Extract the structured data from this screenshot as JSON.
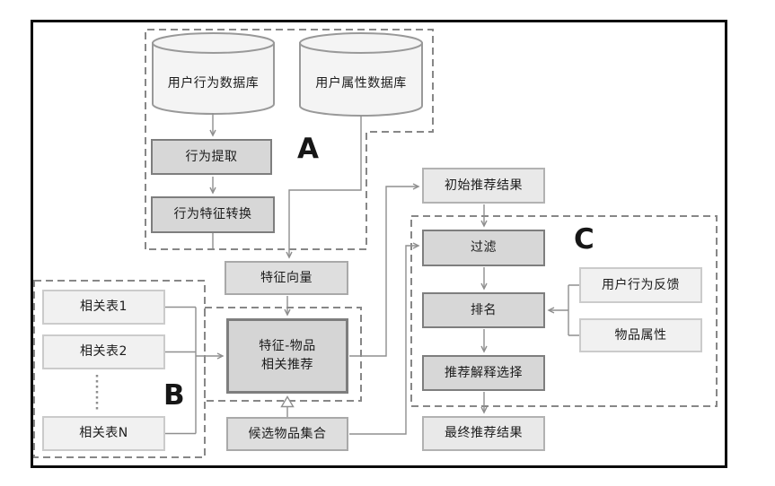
{
  "diagram": {
    "sections": {
      "a": "A",
      "b": "B",
      "c": "C"
    },
    "nodes": {
      "user_behavior_db": "用户行为数据库",
      "user_attribute_db": "用户属性数据库",
      "behavior_extraction": "行为提取",
      "behavior_feature_conversion": "行为特征转换",
      "feature_vector": "特征向量",
      "feature_item_recommendation": "特征-物品\n相关推荐",
      "candidate_item_set": "候选物品集合",
      "related_table_1": "相关表1",
      "related_table_2": "相关表2",
      "related_table_n": "相关表N",
      "initial_recommendation_result": "初始推荐结果",
      "filter": "过滤",
      "ranking": "排名",
      "recommendation_explanation_selection": "推荐解释选择",
      "final_recommendation_result": "最终推荐结果",
      "user_behavior_feedback": "用户行为反馈",
      "item_attributes": "物品属性"
    },
    "colors": {
      "frame": "#0a0a0a",
      "dashed_border": "#878787",
      "connector": "#8f8f8f",
      "cylinder_fill": "#f4f4f4",
      "cylinder_border": "#999999",
      "node_dark_fill": "#d7d7d7",
      "node_dark_border": "#7e7e7e",
      "node_mid_fill": "#dedede",
      "node_light_fill": "#e9e9e9",
      "node_lighter_fill": "#f1f1f1",
      "text": "#1c1c1c"
    }
  }
}
